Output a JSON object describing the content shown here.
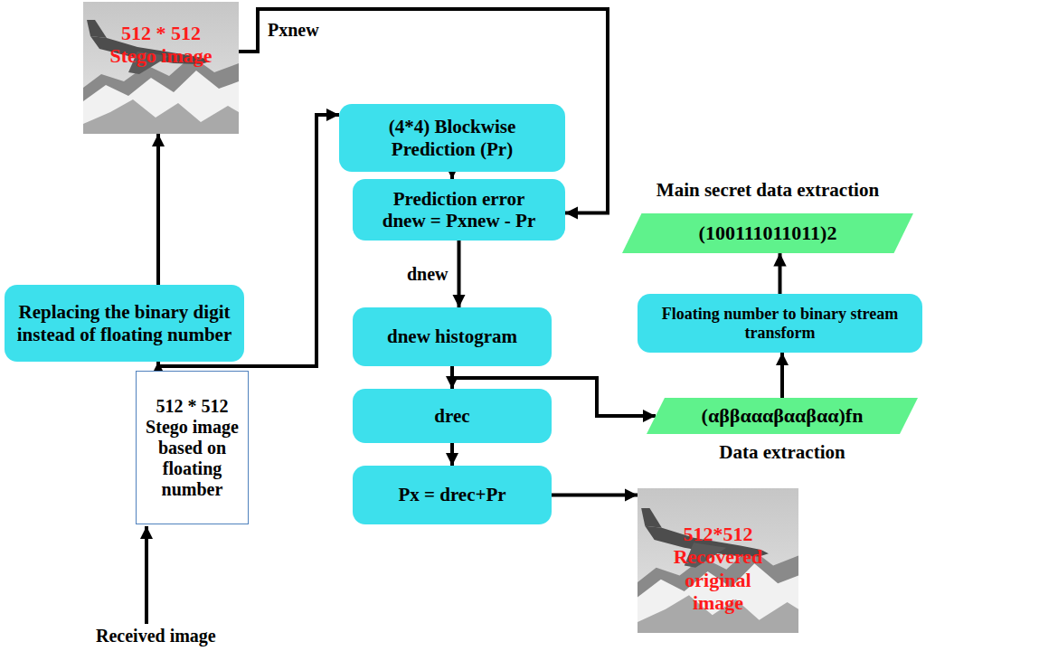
{
  "diagram": {
    "nodes": [
      {
        "text": [
          "512 * 512 Stego image"
        ]
      },
      {
        "text": [
          "(4*4) Blockwise Prediction (Pr)"
        ]
      },
      {
        "text": [
          "Prediction error",
          "dnew = Pxnew - Pr"
        ]
      },
      {
        "text": [
          "Main secret data extraction",
          "(100111011011)2"
        ]
      },
      {
        "text": [
          "Floating number to binary stream transform"
        ]
      },
      {
        "text": [
          "dnew histogram"
        ]
      },
      {
        "text": [
          "Replacing the binary digit instead of floating number"
        ]
      },
      {
        "text": [
          "(αββαααβααβαα)fn",
          "Data extraction"
        ]
      },
      {
        "text": [
          "512 * 512 Stego image based on floating number"
        ]
      },
      {
        "text": [
          "drec"
        ]
      },
      {
        "text": [
          "Px = drec+Pr"
        ]
      },
      {
        "text": [
          "512*512 Recovered original image"
        ]
      }
    ],
    "edges": [
      {
        "from": 8,
        "to": 6,
        "arrow": "to"
      },
      {
        "from": 8,
        "to": 1,
        "arrow": "to"
      },
      {
        "from": 6,
        "to": 0,
        "arrow": "to"
      },
      {
        "from": 0,
        "to": 2,
        "arrow": "to",
        "label": "Pxnew"
      },
      {
        "from": 1,
        "to": 2,
        "arrow": "to"
      },
      {
        "from": 2,
        "to": 5,
        "arrow": "to",
        "label": "dnew"
      },
      {
        "from": 5,
        "to": 9,
        "arrow": "to"
      },
      {
        "from": 5,
        "to": 7,
        "arrow": "to"
      },
      {
        "from": 9,
        "to": 10,
        "arrow": "to"
      },
      {
        "from": 10,
        "to": 11,
        "arrow": "to"
      },
      {
        "from": 7,
        "to": 4,
        "arrow": "to"
      },
      {
        "from": 4,
        "to": 3,
        "arrow": "to"
      }
    ],
    "labels": [
      "Received image"
    ]
  }
}
